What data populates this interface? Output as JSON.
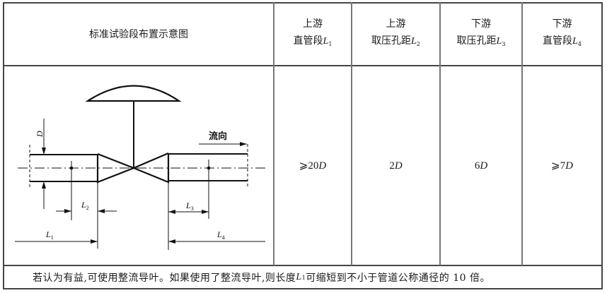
{
  "table": {
    "header": {
      "diagram_title": "标准试验段布置示意图",
      "columns": [
        {
          "line1": "上游",
          "line2": "直管段",
          "var": "L",
          "sub": "1"
        },
        {
          "line1": "上游",
          "line2": "取压孔距",
          "var": "L",
          "sub": "2"
        },
        {
          "line1": "下游",
          "line2": "取压孔距",
          "var": "L",
          "sub": "3"
        },
        {
          "line1": "下游",
          "line2": "直管段",
          "var": "L",
          "sub": "4"
        }
      ]
    },
    "values": [
      {
        "prefix": "⩾20 ",
        "unit": "D"
      },
      {
        "prefix": "2 ",
        "unit": "D"
      },
      {
        "prefix": "6 ",
        "unit": "D"
      },
      {
        "prefix": "⩾7 ",
        "unit": "D"
      }
    ],
    "note": {
      "before": "若认为有益,可使用整流导叶。如果使用了整流导叶,则长度 ",
      "var": "L",
      "sub": "1",
      "after": " 可缩短到不小于管道公称通径的 10 倍。"
    }
  },
  "diagram": {
    "label_D": "D",
    "label_flow": "流向",
    "labels": [
      {
        "var": "L",
        "sub": "1"
      },
      {
        "var": "L",
        "sub": "2"
      },
      {
        "var": "L",
        "sub": "3"
      },
      {
        "var": "L",
        "sub": "4"
      }
    ]
  }
}
